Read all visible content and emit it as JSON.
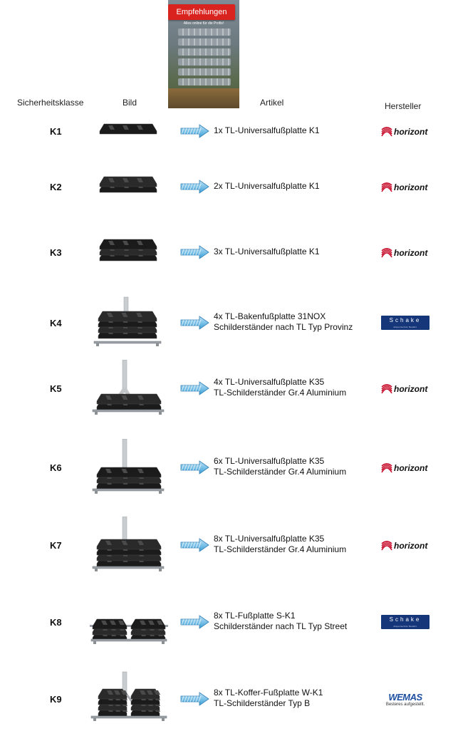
{
  "promo": {
    "label": "Empfehlungen",
    "subline": "Alles online für die Profis!"
  },
  "headers": {
    "klasse": "Sicherheitsklasse",
    "bild": "Bild",
    "artikel": "Artikel",
    "hersteller": "Hersteller"
  },
  "rows": [
    {
      "klasse": "K1",
      "line1": "1x TL-Universalfußplatte K1",
      "line2": "",
      "maker": "horizont"
    },
    {
      "klasse": "K2",
      "line1": "2x TL-Universalfußplatte K1",
      "line2": "",
      "maker": "horizont"
    },
    {
      "klasse": "K3",
      "line1": "3x TL-Universalfußplatte K1",
      "line2": "",
      "maker": "horizont"
    },
    {
      "klasse": "K4",
      "line1": "4x TL-Bakenfußplatte 31NOX",
      "line2": "Schilderständer nach TL Typ Provinz",
      "maker": "Schake"
    },
    {
      "klasse": "K5",
      "line1": "4x TL-Universalfußplatte K35",
      "line2": "TL-Schilderständer Gr.4 Aluminium",
      "maker": "horizont"
    },
    {
      "klasse": "K6",
      "line1": "6x TL-Universalfußplatte K35",
      "line2": "TL-Schilderständer Gr.4 Aluminium",
      "maker": "horizont"
    },
    {
      "klasse": "K7",
      "line1": "8x TL-Universalfußplatte K35",
      "line2": "TL-Schilderständer Gr.4 Aluminium",
      "maker": "horizont"
    },
    {
      "klasse": "K8",
      "line1": "8x TL-Fußplatte S-K1",
      "line2": "Schilderständer nach TL Typ Street",
      "maker": "Schake"
    },
    {
      "klasse": "K9",
      "line1": "8x TL-Koffer-Fußplatte W-K1",
      "line2": "TL-Schilderständer Typ B",
      "maker": "WEMAS"
    }
  ],
  "logos": {
    "schake_tag": "Absperrtechnik. Bewährt.",
    "wemas_sub": "Besteres aufgestellt."
  },
  "colors": {
    "promo_red": "#d9231f",
    "arrow_blue": "#3ba0d8",
    "schake_blue": "#16367a",
    "horizont_red": "#c8102e",
    "wemas_blue": "#1d4fa0"
  }
}
